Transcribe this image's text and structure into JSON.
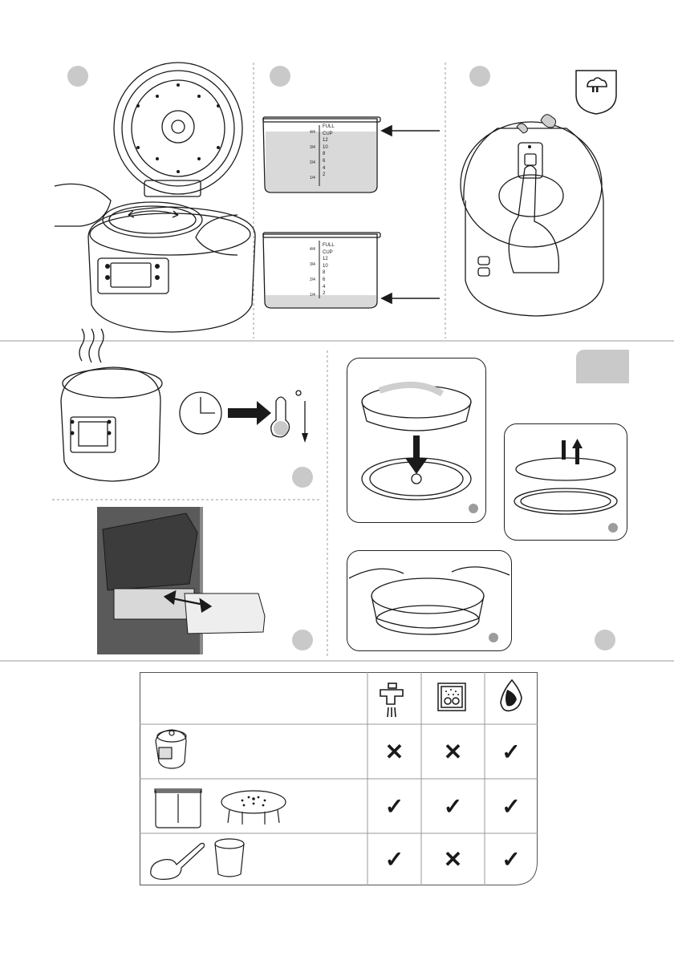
{
  "inner_pot_scale": {
    "levels": [
      "FULL",
      "CUP",
      "12",
      "10",
      "8",
      "6",
      "4",
      "2"
    ],
    "fractions": [
      "4/4",
      "3/4",
      "2/4",
      "1/4"
    ]
  },
  "care_table": {
    "headers": [
      "tap-icon",
      "dishwasher-icon",
      "sponge-icon"
    ],
    "rows": [
      {
        "item": "cooker-body",
        "values": [
          "✕",
          "✕",
          "✓"
        ]
      },
      {
        "item": "inner-pot-and-steam-basket",
        "values": [
          "✓",
          "✓",
          "✓"
        ]
      },
      {
        "item": "spoon-and-measuring-cup",
        "values": [
          "✓",
          "✕",
          "✓"
        ]
      }
    ]
  },
  "colors": {
    "step_circle": "#c9c9c9",
    "line": "#1a1a1a",
    "water": "#d9d9d9"
  }
}
